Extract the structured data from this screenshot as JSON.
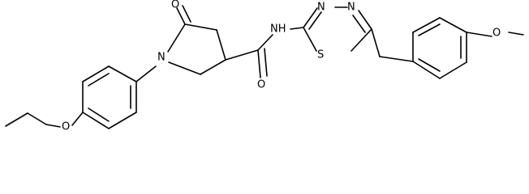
{
  "molecule": {
    "atom_labels": {
      "O_ethoxy": "O",
      "N_ring": "N",
      "O_keto": "O",
      "O_amide": "O",
      "NH": "NH",
      "N_thiadiazole_1": "N",
      "N_thiadiazole_2": "N",
      "S": "S",
      "O_methoxy": "O"
    }
  }
}
